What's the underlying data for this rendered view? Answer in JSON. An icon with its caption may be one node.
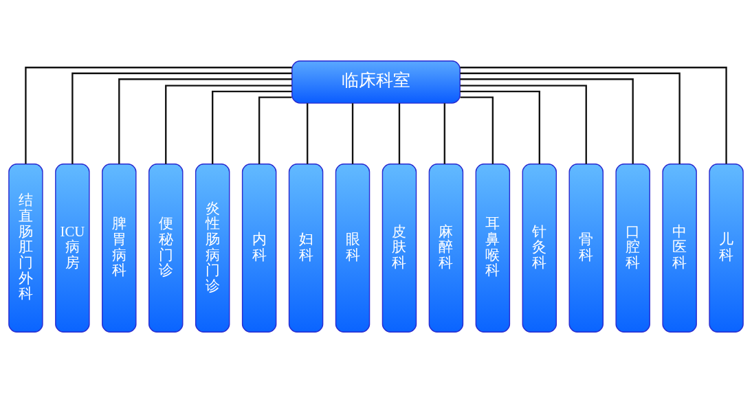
{
  "diagram": {
    "nodes": [
      {
        "text": [
          "临床科室"
        ]
      },
      {
        "text": [
          "结直肠肛门外科"
        ]
      },
      {
        "text": [
          "ICU病房"
        ]
      },
      {
        "text": [
          "脾胃病科"
        ]
      },
      {
        "text": [
          "便秘门诊"
        ]
      },
      {
        "text": [
          "炎性肠病门诊"
        ]
      },
      {
        "text": [
          "内科"
        ]
      },
      {
        "text": [
          "妇科"
        ]
      },
      {
        "text": [
          "眼科"
        ]
      },
      {
        "text": [
          "皮肤科"
        ]
      },
      {
        "text": [
          "麻醉科"
        ]
      },
      {
        "text": [
          "耳鼻喉科"
        ]
      },
      {
        "text": [
          "针灸科"
        ]
      },
      {
        "text": [
          "骨科"
        ]
      },
      {
        "text": [
          "口腔科"
        ]
      },
      {
        "text": [
          "中医科"
        ]
      },
      {
        "text": [
          "儿科"
        ]
      }
    ],
    "edges": [
      {
        "from": 0,
        "to": 1,
        "arrow": "none"
      },
      {
        "from": 0,
        "to": 2,
        "arrow": "none"
      },
      {
        "from": 0,
        "to": 3,
        "arrow": "none"
      },
      {
        "from": 0,
        "to": 4,
        "arrow": "none"
      },
      {
        "from": 0,
        "to": 5,
        "arrow": "none"
      },
      {
        "from": 0,
        "to": 6,
        "arrow": "none"
      },
      {
        "from": 0,
        "to": 7,
        "arrow": "none"
      },
      {
        "from": 0,
        "to": 8,
        "arrow": "none"
      },
      {
        "from": 0,
        "to": 9,
        "arrow": "none"
      },
      {
        "from": 0,
        "to": 10,
        "arrow": "none"
      },
      {
        "from": 0,
        "to": 11,
        "arrow": "none"
      },
      {
        "from": 0,
        "to": 12,
        "arrow": "none"
      },
      {
        "from": 0,
        "to": 13,
        "arrow": "none"
      },
      {
        "from": 0,
        "to": 14,
        "arrow": "none"
      },
      {
        "from": 0,
        "to": 15,
        "arrow": "none"
      },
      {
        "from": 0,
        "to": 16,
        "arrow": "none"
      }
    ]
  }
}
